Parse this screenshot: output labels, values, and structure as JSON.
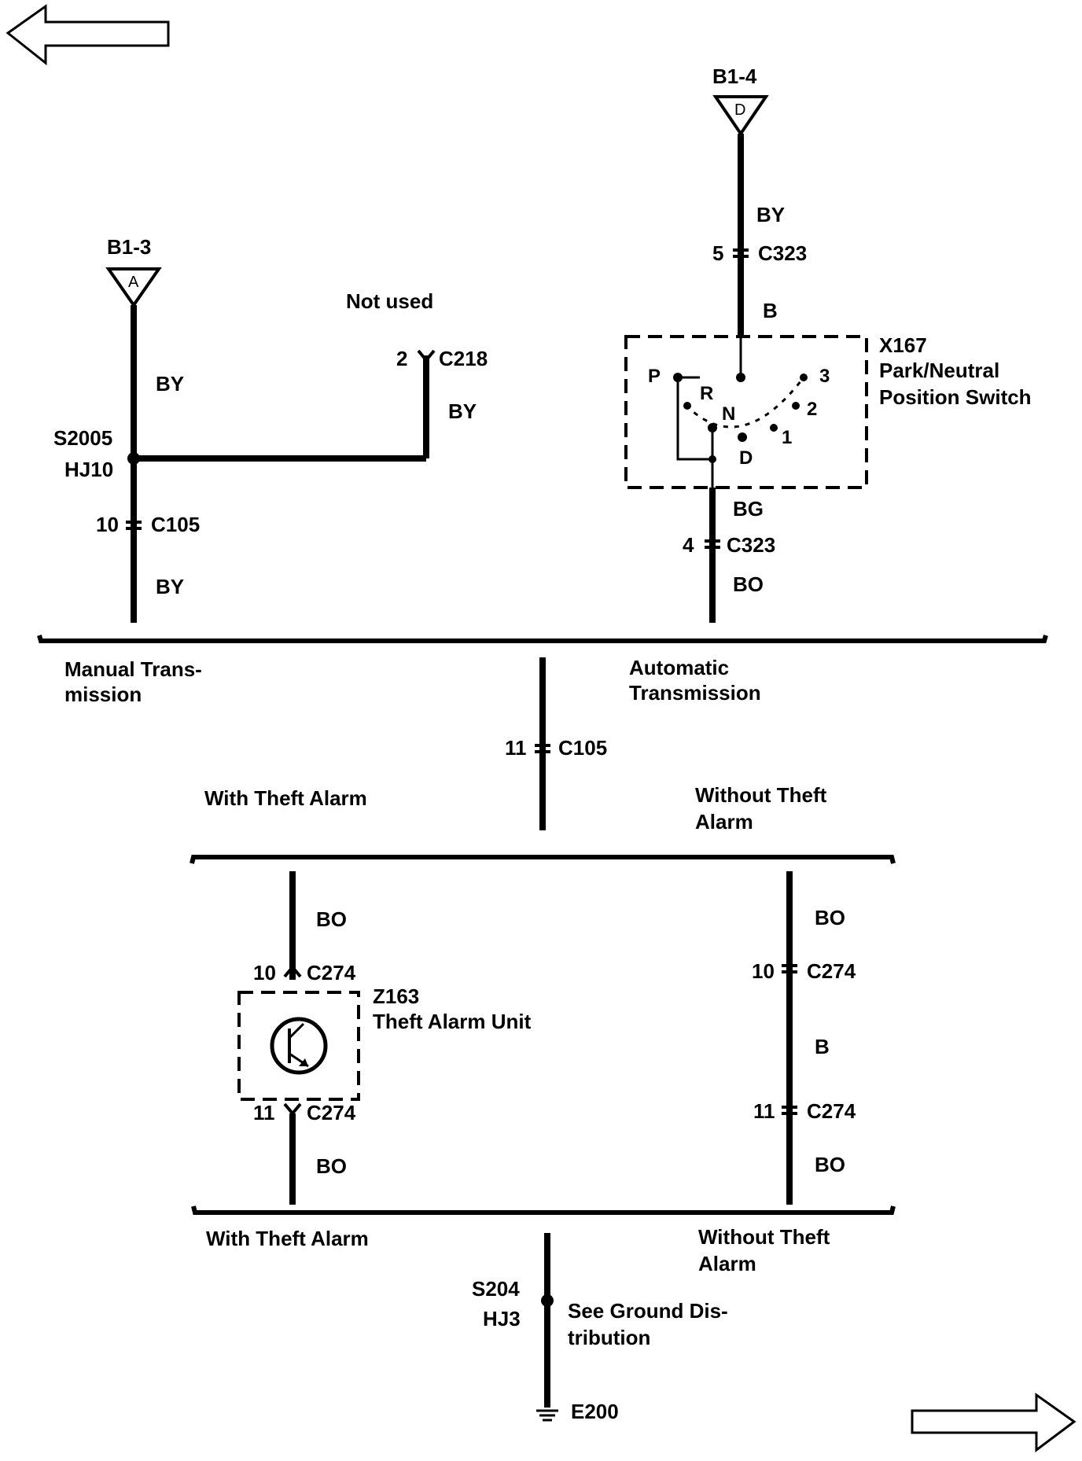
{
  "nav": {
    "prev": "previous-page",
    "next": "next-page"
  },
  "left_circuit": {
    "source": "B1-3",
    "source_letter": "A",
    "wire_top": "BY",
    "splice": "S2005",
    "splice_harness": "HJ10",
    "conn_pin": "10",
    "conn": "C105",
    "wire_bottom": "BY"
  },
  "not_used": {
    "label": "Not used",
    "pin": "2",
    "conn": "C218",
    "wire": "BY"
  },
  "right_circuit": {
    "source": "B1-4",
    "source_letter": "D",
    "wire_top": "BY",
    "conn_top_pin": "5",
    "conn_top": "C323",
    "wire_mid": "B",
    "switch_id": "X167",
    "switch_name_1": "Park/Neutral",
    "switch_name_2": "Position Switch",
    "positions": {
      "p": "P",
      "r": "R",
      "n": "N",
      "d": "D",
      "one": "1",
      "two": "2",
      "three": "3"
    },
    "wire_bg": "BG",
    "conn_bottom_pin": "4",
    "conn_bottom": "C323",
    "wire_bo": "BO"
  },
  "trans_options": {
    "manual_1": "Manual Trans-",
    "manual_2": "mission",
    "auto_1": "Automatic",
    "auto_2": "Transmission",
    "center_pin": "11",
    "center_conn": "C105"
  },
  "alarm_options_top": {
    "with": "With Theft Alarm",
    "without_1": "Without Theft",
    "without_2": "Alarm"
  },
  "with_alarm": {
    "wire_top": "BO",
    "pin_top": "10",
    "conn_top": "C274",
    "unit_id": "Z163",
    "unit_name": "Theft Alarm Unit",
    "pin_bottom": "11",
    "conn_bottom": "C274",
    "wire_bottom": "BO"
  },
  "without_alarm": {
    "wire_top": "BO",
    "pin_top": "10",
    "conn_top": "C274",
    "wire_mid": "B",
    "pin_bottom": "11",
    "conn_bottom": "C274",
    "wire_bottom": "BO"
  },
  "alarm_options_bottom": {
    "with": "With Theft Alarm",
    "without_1": "Without Theft",
    "without_2": "Alarm"
  },
  "ground": {
    "splice": "S204",
    "harness": "HJ3",
    "note_1": "See Ground Dis-",
    "note_2": "tribution",
    "ground_id": "E200"
  }
}
